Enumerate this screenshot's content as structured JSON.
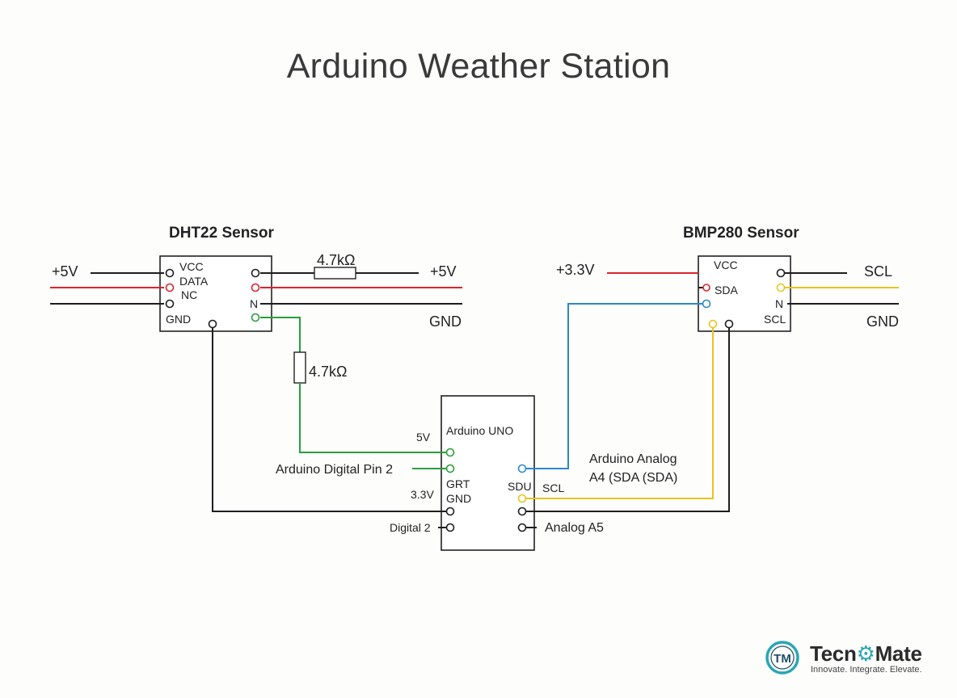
{
  "title": "Arduino Weather Station",
  "colors": {
    "power": "#d9242c",
    "ground": "#1e1e1e",
    "data": "#2a9d3a",
    "sda": "#2d88c9",
    "scl": "#e8c41f",
    "box": "#222222"
  },
  "dht22": {
    "title": "DHT22 Sensor",
    "pins": {
      "vcc": "VCC",
      "data": "DATA",
      "nc": "NC",
      "gnd": "GND",
      "right": "N"
    },
    "left_label": "+5V",
    "resistor_top": "4.7kΩ",
    "right_5v": "+5V",
    "right_gnd": "GND",
    "resistor_mid": "4.7kΩ"
  },
  "bmp280": {
    "title": "BMP280 Sensor",
    "pins": {
      "vcc": "VCC",
      "sda": "SDA",
      "scl": "SCL",
      "right": "N"
    },
    "left_label": "+3.3V",
    "right_scl": "SCL",
    "right_gnd": "GND"
  },
  "arduino": {
    "title": "Arduino UNO",
    "pins_left": {
      "grt": "GRT",
      "gnd": "GND"
    },
    "pins_right": {
      "sdu": "SDU",
      "scl": "SCL"
    },
    "left_labels": {
      "v5": "5V",
      "digital_pin2": "Arduino Digital Pin 2",
      "v33": "3.3V",
      "digital2": "Digital 2"
    },
    "right_labels": {
      "analog_line1": "Arduino Analog",
      "analog_line2": "A4 (SDA (SDA)",
      "analog_a5": "Analog A5"
    }
  },
  "logo": {
    "mark": "TM",
    "brand_start": "Tecn",
    "brand_accent": "⚙",
    "brand_end": "Mate",
    "tagline": "Innovate. Integrate. Elevate."
  }
}
